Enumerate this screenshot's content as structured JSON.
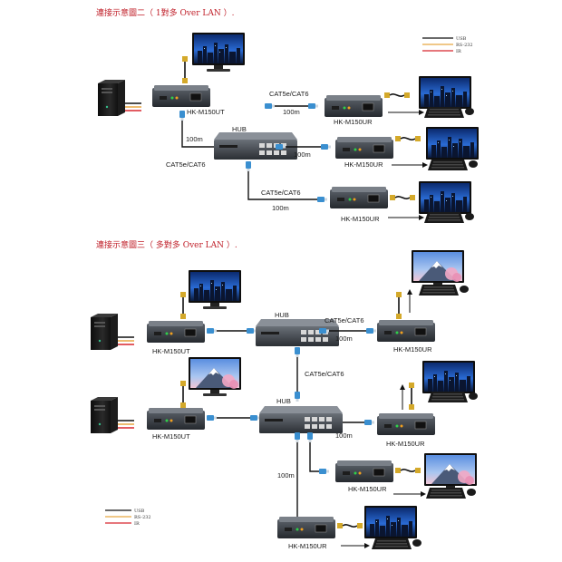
{
  "diagram1": {
    "title": "連接示意圖二（ 1對多 Over LAN ）.",
    "tx_label": "HK-M150UT",
    "hub_label": "HUB",
    "rx_labels": [
      "HK-M150UR",
      "HK-M150UR",
      "HK-M150UR"
    ],
    "cable_labels": [
      "CAT5e/CAT6",
      "CAT5e/CAT6",
      "CAT5e/CAT6"
    ],
    "distance_labels": [
      "100m",
      "100m",
      "100m",
      "100m"
    ]
  },
  "diagram2": {
    "title": "連接示意圖三（ 多對多 Over LAN ）.",
    "tx_labels": [
      "HK-M150UT",
      "HK-M150UT"
    ],
    "hub_labels": [
      "HUB",
      "HUB"
    ],
    "rx_labels": [
      "HK-M150UR",
      "HK-M150UR",
      "HK-M150UR",
      "HK-M150UR"
    ],
    "cable_labels": [
      "CAT5e/CAT6",
      "CAT5e/CAT6"
    ],
    "distance_labels": [
      "100m",
      "100m",
      "100m"
    ]
  },
  "legend": {
    "items": [
      {
        "label": "USB",
        "color": "#111111"
      },
      {
        "label": "RS-232",
        "color": "#e8a640"
      },
      {
        "label": "IR",
        "color": "#d8262e"
      }
    ]
  },
  "colors": {
    "title": "#c0202a",
    "cable_black": "#111111",
    "cable_yellow": "#e8a640",
    "cable_red": "#d8262e",
    "rj45": "#3a8fd0",
    "device": "#3a3f45",
    "monitor_sky": "#2a6bd4"
  }
}
